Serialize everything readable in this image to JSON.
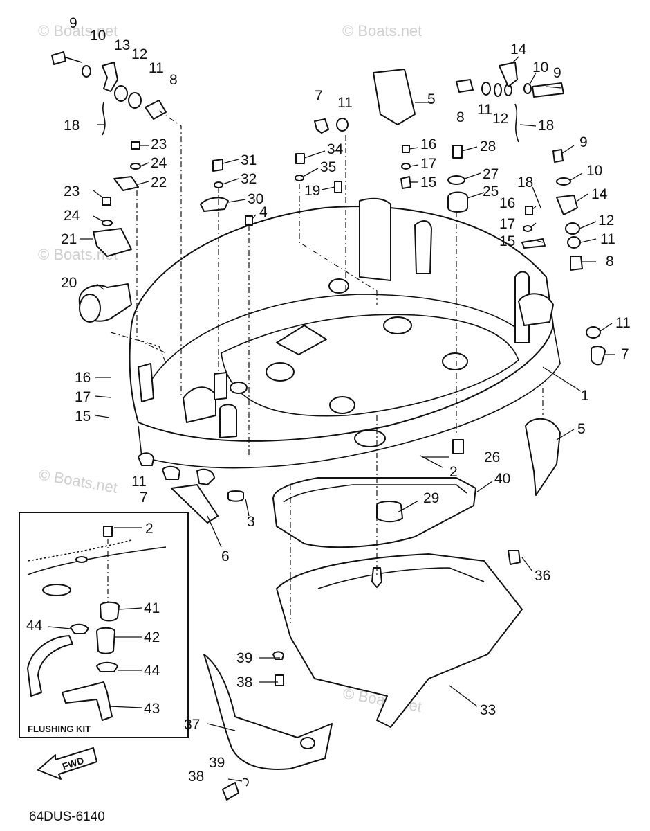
{
  "watermark": "© Boats.net",
  "diagram_code": "64DUS-6140",
  "flushing_kit": {
    "title": "FLUSHING KIT"
  },
  "fwd_label": "FWD",
  "callouts": {
    "c1": "1",
    "c2a": "2",
    "c2b": "2",
    "c3": "3",
    "c4": "4",
    "c5a": "5",
    "c5b": "5",
    "c6": "6",
    "c7a": "7",
    "c7b": "7",
    "c7c": "7",
    "c8a": "8",
    "c8b": "8",
    "c8c": "8",
    "c9a": "9",
    "c9b": "9",
    "c9c": "9",
    "c10a": "10",
    "c10b": "10",
    "c10c": "10",
    "c11a": "11",
    "c11b": "11",
    "c11c": "11",
    "c11d": "11",
    "c11e": "11",
    "c11f": "11",
    "c12a": "12",
    "c12b": "12",
    "c12c": "12",
    "c13": "13",
    "c14a": "14",
    "c14b": "14",
    "c15a": "15",
    "c15b": "15",
    "c15c": "15",
    "c16a": "16",
    "c16b": "16",
    "c16c": "16",
    "c17a": "17",
    "c17b": "17",
    "c17c": "17",
    "c18a": "18",
    "c18b": "18",
    "c18c": "18",
    "c19": "19",
    "c20": "20",
    "c21": "21",
    "c22": "22",
    "c23a": "23",
    "c23b": "23",
    "c24a": "24",
    "c24b": "24",
    "c25": "25",
    "c26": "26",
    "c27": "27",
    "c28": "28",
    "c29": "29",
    "c30": "30",
    "c31": "31",
    "c32": "32",
    "c33": "33",
    "c34": "34",
    "c35": "35",
    "c36": "36",
    "c37": "37",
    "c38a": "38",
    "c38b": "38",
    "c39a": "39",
    "c39b": "39",
    "c40": "40",
    "c41": "41",
    "c42": "42",
    "c43": "43",
    "c44a": "44",
    "c44b": "44"
  }
}
